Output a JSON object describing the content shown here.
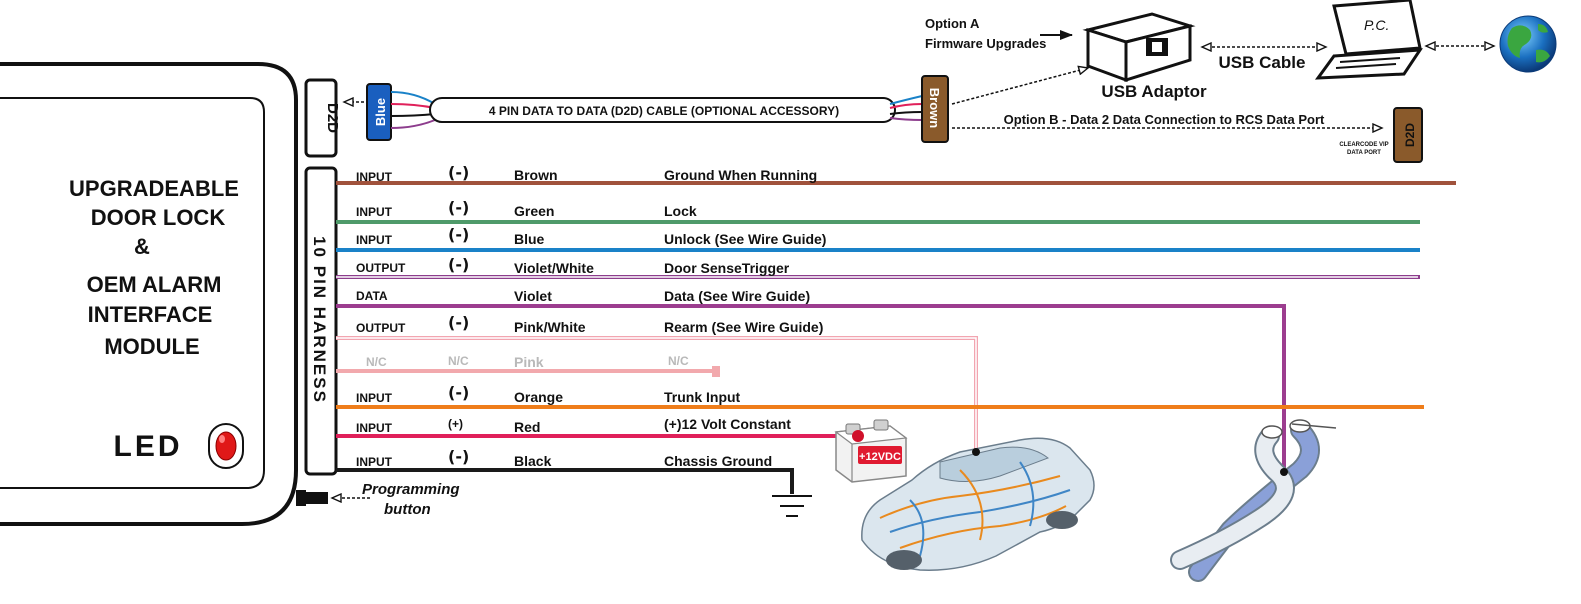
{
  "module": {
    "title_lines": [
      "UPGRADEABLE",
      "DOOR LOCK",
      "&",
      "OEM ALARM",
      "INTERFACE",
      "MODULE"
    ],
    "led_label": "LED",
    "programming_label_1": "Programming",
    "programming_label_2": "button"
  },
  "d2d_port_label": "D2D",
  "harness_label": "10 PIN HARNESS",
  "cable": {
    "left_connector": "Blue",
    "label": "4 PIN DATA TO DATA (D2D) CABLE (OPTIONAL ACCESSORY)",
    "right_connector": "Brown"
  },
  "option_a": {
    "line1": "Option A",
    "line2": "Firmware Upgrades"
  },
  "usb_adaptor_label": "USB Adaptor",
  "usb_cable_label": "USB Cable",
  "pc_label": "P.C.",
  "option_b": "Option B - Data 2 Data Connection to RCS Data Port",
  "rcs_port": {
    "label1": "CLEARCODE VIP",
    "label2": "DATA PORT",
    "connector": "D2D"
  },
  "battery_label": "+12VDC",
  "wires": [
    {
      "type": "INPUT",
      "polarity": "(-)",
      "color_name": "Brown",
      "function": "Ground When Running",
      "color": "#a0523c"
    },
    {
      "type": "INPUT",
      "polarity": "(-)",
      "color_name": "Green",
      "function": "Lock",
      "color": "#4f9a6a"
    },
    {
      "type": "INPUT",
      "polarity": "(-)",
      "color_name": "Blue",
      "function": "Unlock (See Wire Guide)",
      "color": "#1a82c8"
    },
    {
      "type": "OUTPUT",
      "polarity": "(-)",
      "color_name": "Violet/White",
      "function": "Door SenseTrigger",
      "color": "#8d3d8d"
    },
    {
      "type": "DATA",
      "polarity": "",
      "color_name": "Violet",
      "function": "Data (See Wire Guide)",
      "color": "#9c3d8f"
    },
    {
      "type": "OUTPUT",
      "polarity": "(-)",
      "color_name": "Pink/White",
      "function": "Rearm (See Wire Guide)",
      "color": "#f2a5b0"
    },
    {
      "type": "N/C",
      "polarity": "N/C",
      "color_name": "Pink",
      "function": "N/C",
      "color": "#f2a9ad"
    },
    {
      "type": "INPUT",
      "polarity": "(-)",
      "color_name": "Orange",
      "function": "Trunk Input",
      "color": "#ef7d1a"
    },
    {
      "type": "INPUT",
      "polarity": "(+)",
      "color_name": "Red",
      "function": "(+)12 Volt Constant",
      "color": "#e0205a"
    },
    {
      "type": "INPUT",
      "polarity": "(-)",
      "color_name": "Black",
      "function": "Chassis Ground",
      "color": "#1a1a1a"
    }
  ]
}
